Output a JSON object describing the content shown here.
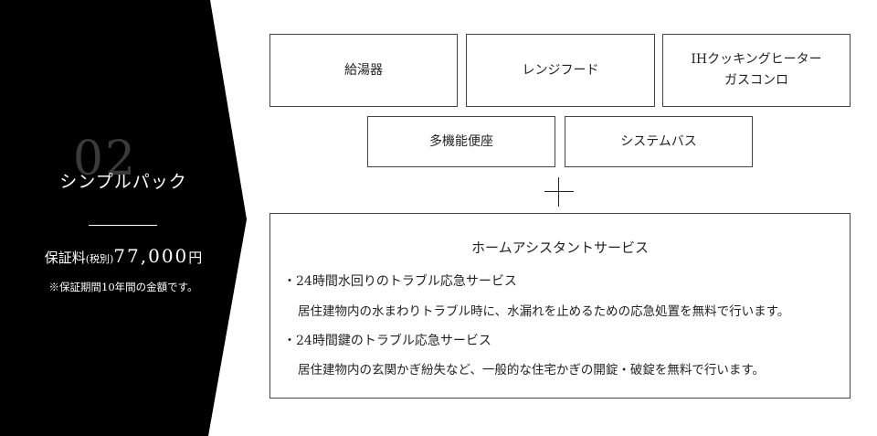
{
  "plan": {
    "number": "02",
    "name": "シンプルパック",
    "price_label": "保証料",
    "tax_note": "(税別)",
    "price_value": "77,000",
    "currency": "円",
    "note": "※保証期間10年間の金額です。"
  },
  "services": {
    "water_heater": "給湯器",
    "range_hood": "レンジフード",
    "ih_line1": "IHクッキングヒーター",
    "ih_line2": "ガスコンロ",
    "toilet": "多機能便座",
    "bath": "システムバス"
  },
  "plus_symbol": "+",
  "assistance": {
    "title": "ホームアシスタントサービス",
    "items": [
      {
        "title": "・24時間水回りのトラブル応急サービス",
        "description": "居住建物内の水まわりトラブル時に、水漏れを止めるための応急処置を無料で行います。"
      },
      {
        "title": "・24時間鍵のトラブル応急サービス",
        "description": "居住建物内の玄関かぎ紛失など、一般的な住宅かぎの開錠・破錠を無料で行います。"
      }
    ]
  },
  "colors": {
    "panel": "#000000",
    "number": "#3a3a3a",
    "border": "#444444",
    "text": "#222222"
  }
}
